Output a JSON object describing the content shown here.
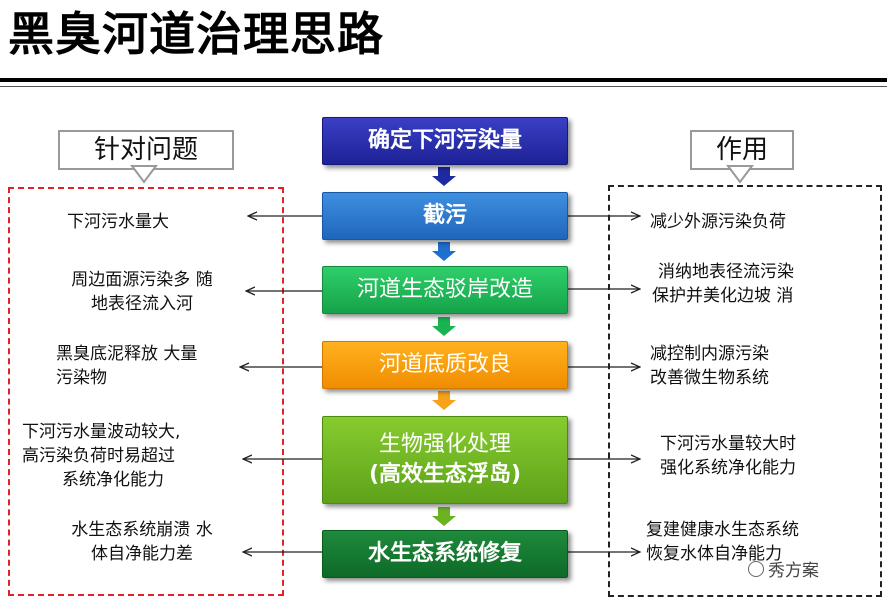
{
  "title": "黑臭河道治理思路",
  "left_tag": "针对问题",
  "right_tag": "作用",
  "steps": [
    {
      "label": "确定下河污染量"
    },
    {
      "label": "截污"
    },
    {
      "label": "河道生态驳岸改造"
    },
    {
      "label": "河道底质改良"
    },
    {
      "label": "生物强化处理",
      "label2": "(高效生态浮岛)"
    },
    {
      "label": "水生态系统修复"
    }
  ],
  "problems": [
    {
      "lines": [
        "下河污水量大"
      ]
    },
    {
      "lines": [
        "周边面源污染多 随",
        "地表径流入河"
      ]
    },
    {
      "lines": [
        "黑臭底泥释放 大量",
        "污染物"
      ]
    },
    {
      "lines": [
        "下河污水量波动较大,",
        "高污染负荷时易超过",
        "系统净化能力"
      ]
    },
    {
      "lines": [
        "水生态系统崩溃 水",
        "体自净能力差"
      ]
    }
  ],
  "effects": [
    {
      "lines": [
        "减少外源污染负荷"
      ]
    },
    {
      "lines": [
        "消纳地表径流污染",
        "保护并美化边坡 消"
      ]
    },
    {
      "lines": [
        "减控制内源污染",
        "改善微生物系统"
      ]
    },
    {
      "lines": [
        "下河污水量较大时",
        "强化系统净化能力"
      ]
    },
    {
      "lines": [
        "复建健康水生态系统",
        "恢复水体自净能力"
      ]
    }
  ],
  "watermark": "秀方案",
  "colors": {
    "left_border": "#e0232b",
    "right_border": "#222222"
  }
}
